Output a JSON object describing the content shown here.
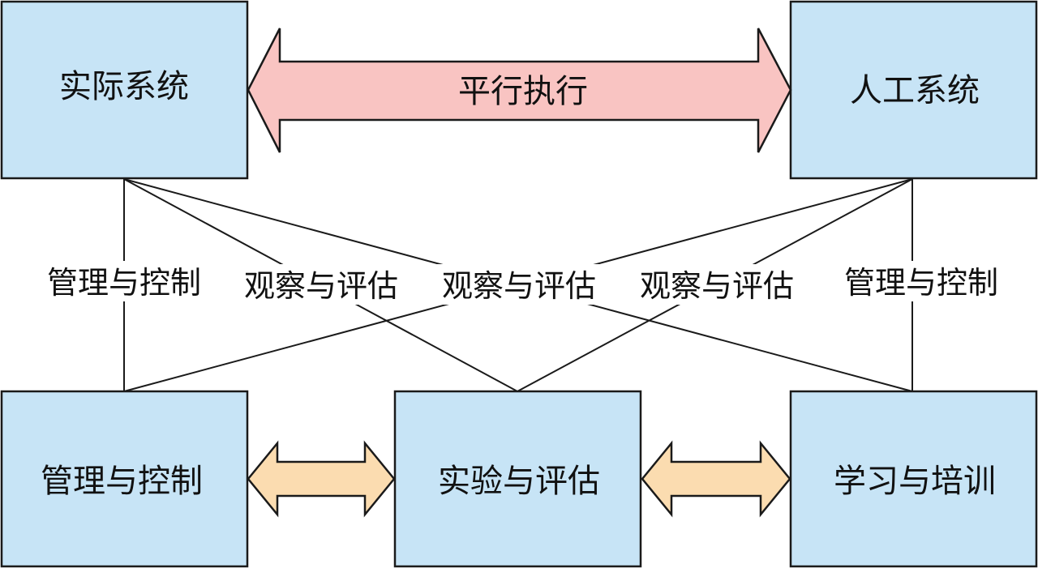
{
  "boxes": {
    "actual_system": "实际系统",
    "artificial_system": "人工系统",
    "management_control": "管理与控制",
    "experiment_evaluation": "实验与评估",
    "learning_training": "学习与培训"
  },
  "arrows": {
    "parallel_execution": "平行执行"
  },
  "links": {
    "left_management": "管理与控制",
    "observe_1": "观察与评估",
    "observe_2": "观察与评估",
    "observe_3": "观察与评估",
    "right_management": "管理与控制"
  },
  "colors": {
    "box_fill": "#c7e4f6",
    "big_arrow_fill": "#f9c4c2",
    "small_arrow_fill": "#fbdcb0",
    "stroke": "#1a1a1a"
  }
}
